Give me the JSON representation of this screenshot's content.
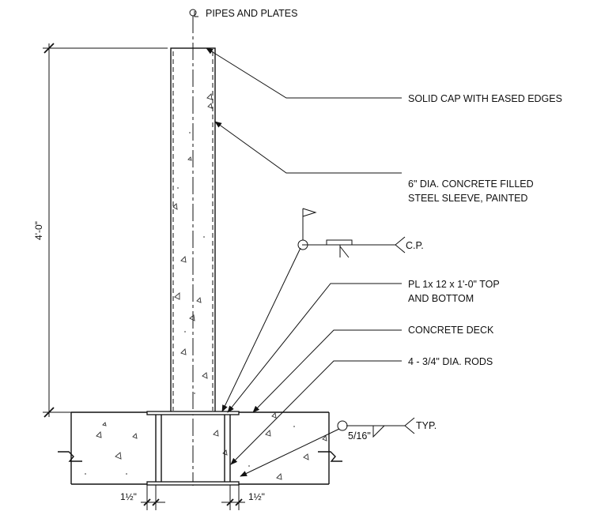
{
  "labels": {
    "centerline": "PIPES AND PLATES",
    "cap": "SOLID CAP WITH EASED EDGES",
    "sleeve_line1": "6\" DIA. CONCRETE FILLED",
    "sleeve_line2": "STEEL SLEEVE, PAINTED",
    "cp": "C.P.",
    "plate_line1": "PL 1x 12 x 1'-0\" TOP",
    "plate_line2": "AND BOTTOM",
    "deck": "CONCRETE DECK",
    "rods": "4 - 3/4\" DIA. RODS",
    "weld_size": "5/16\"",
    "typ": "TYP."
  },
  "dimensions": {
    "height": "4'-0\"",
    "left_offset": "1½\"",
    "right_offset": "1½\""
  },
  "icons": {
    "centerline_symbol": "centerline-icon",
    "field_weld_flag": "field-weld-flag-icon",
    "weld_all_around": "weld-all-around-icon",
    "fillet_weld": "fillet-weld-icon",
    "break_line": "break-line-icon"
  }
}
